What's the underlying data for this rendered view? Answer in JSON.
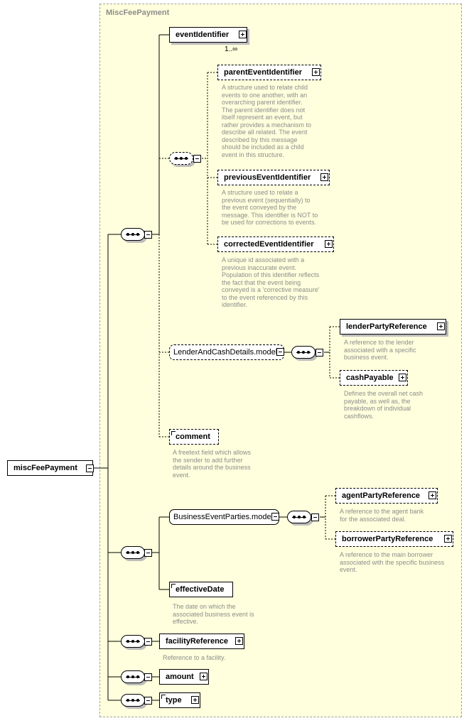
{
  "type_name": "MiscFeePayment",
  "root": {
    "label": "miscFeePayment"
  },
  "nodes": {
    "eventIdentifier": {
      "label": "eventIdentifier",
      "cardinality": "1..∞"
    },
    "parentEventIdentifier": {
      "label": "parentEventIdentifier",
      "doc": "A structure used to relate child\nevents to one another, with an\noverarching parent identifier.\nThe parent identifier does not\nitself represent an event, but\nrather provides a mechanism to\ndescribe all related. The event\ndescribed by this message\nshould be included as a child\nevent in this structure."
    },
    "previousEventIdentifier": {
      "label": "previousEventIdentifier",
      "doc": "A structure used to relate a\nprevious event (sequentially) to\nthe event conveyed by the\nmessage. This identifier is NOT to\nbe used for corrections to events."
    },
    "correctedEventIdentifier": {
      "label": "correctedEventIdentifier",
      "doc": "A unique id associated with a\nprevious inaccurate event.\nPopulation of this identifier reflects\nthe fact that the event being\nconveyed is a 'corrective measure'\nto the event referenced by this\nidentifier."
    },
    "lenderAndCashDetails": {
      "label": "LenderAndCashDetails.model"
    },
    "lenderPartyReference": {
      "label": "lenderPartyReference",
      "doc": "A reference to the lender\nassociated with a specific\nbusiness event."
    },
    "cashPayable": {
      "label": "cashPayable",
      "doc": "Defines the overall net cash\npayable, as well as, the\nbreakdown of individual\ncashflows."
    },
    "comment": {
      "label": "comment",
      "doc": "A freetext field which allows\nthe sender to add further\ndetails around the business\nevent."
    },
    "businessEventParties": {
      "label": "BusinessEventParties.model"
    },
    "agentPartyReference": {
      "label": "agentPartyReference",
      "doc": "A reference to the agent bank\nfor the associated deal."
    },
    "borrowerPartyReference": {
      "label": "borrowerPartyReference",
      "doc": "A reference to the main borrower\nassociated with the specific business\nevent."
    },
    "effectiveDate": {
      "label": "effectiveDate",
      "doc": "The date on which the\nassociated business event is\neffective."
    },
    "facilityReference": {
      "label": "facilityReference",
      "doc": "Reference to a facility."
    },
    "amount": {
      "label": "amount"
    },
    "type": {
      "label": "type"
    }
  }
}
